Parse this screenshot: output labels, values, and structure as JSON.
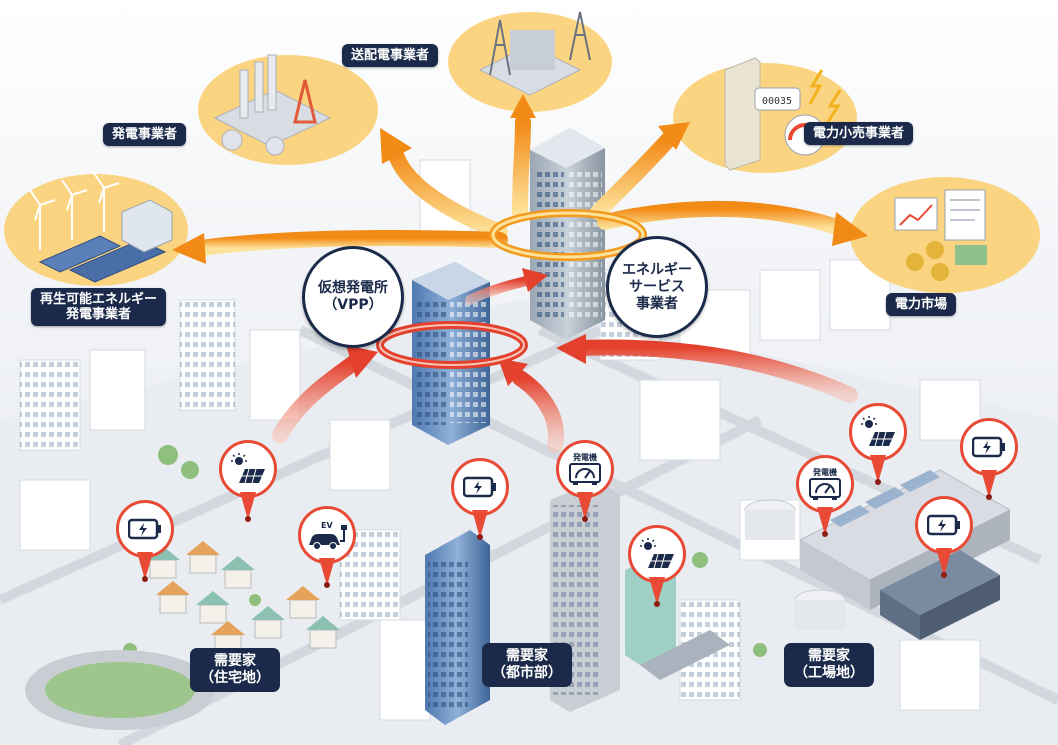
{
  "colors": {
    "navy": "#1b2a4a",
    "orange_arrow": "#f39a1e",
    "red_arrow": "#e84a35",
    "yellow_bubble": "#fbd27a",
    "pin_red": "#e84a35"
  },
  "participants": {
    "generation": "発電事業者",
    "transmission": "送配電事業者",
    "retail": "電力小売事業者",
    "renewable": "再生可能エネルギー\n発電事業者",
    "market": "電力市場"
  },
  "hubs": {
    "vpp": "仮想発電所\n（VPP）",
    "esp": "エネルギー\nサービス\n事業者"
  },
  "demand": {
    "residential": "需要家\n（住宅地）",
    "urban": "需要家\n（都市部）",
    "industrial": "需要家\n（工場地）"
  },
  "pins": [
    {
      "kind": "battery-icon",
      "text": ""
    },
    {
      "kind": "solar-panel-icon",
      "text": ""
    },
    {
      "kind": "ev-charger-icon",
      "text": "EV"
    },
    {
      "kind": "battery-icon",
      "text": ""
    },
    {
      "kind": "generator-icon",
      "text": "発電機"
    },
    {
      "kind": "solar-panel-icon",
      "text": ""
    },
    {
      "kind": "generator-icon",
      "text": "発電機"
    },
    {
      "kind": "solar-panel-icon",
      "text": ""
    },
    {
      "kind": "battery-icon",
      "text": ""
    },
    {
      "kind": "battery-icon",
      "text": ""
    }
  ],
  "meter_reading": "00035"
}
